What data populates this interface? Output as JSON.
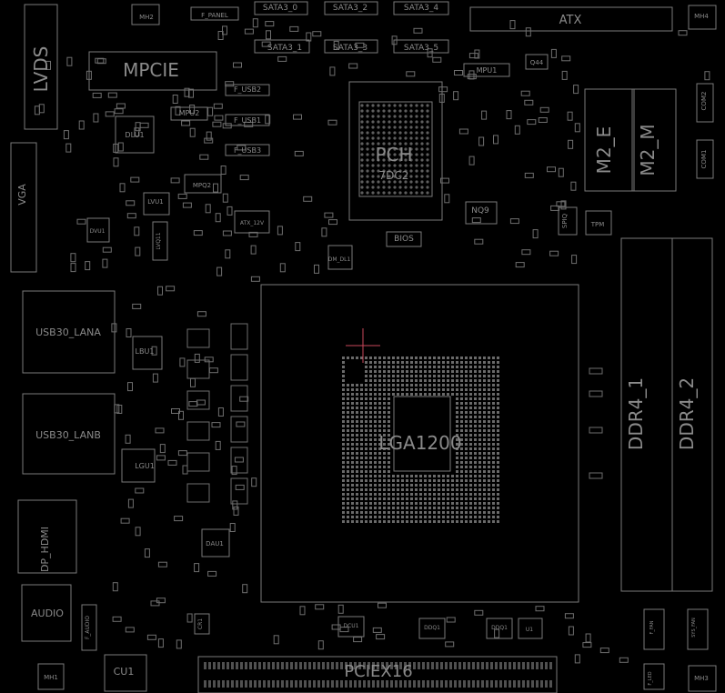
{
  "board": {
    "stroke_color": "#7a7a7a",
    "label_color": "#8a8a8a",
    "cursor_color": "#c8485a",
    "background": "#000000"
  },
  "labels": {
    "mh2": "MH2",
    "f_panel": "F_PANEL",
    "sata3_0": "SATA3_0",
    "sata3_2": "SATA3_2",
    "sata3_4": "SATA3_4",
    "atx": "ATX",
    "mh4": "MH4",
    "lvds": "LVDS",
    "mpcie": "MPCIE",
    "sata3_1": "SATA3_1",
    "sata3_3": "SATA3_3",
    "sata3_5": "SATA3_5",
    "mpu1": "MPU1",
    "q44": "Q44",
    "f_usb2": "F_USB2",
    "mpu2": "MPU2",
    "f_usb1": "F_USB1",
    "dlu1": "DLU1",
    "pch": "PCH",
    "pch_num": "7DC2",
    "f_usb3": "F_USB3",
    "m2_e": "M2_E",
    "m2_m": "M2_M",
    "com2": "COM2",
    "com1": "COM1",
    "vga": "VGA",
    "mpq2": "MPQ2",
    "lvu1": "LVU1",
    "atx_12v": "ATX_12V",
    "nq9": "NQ9",
    "spiq": "SPIQ",
    "tpm": "TPM",
    "dvu1": "DVU1",
    "lvq11": "LVQ11",
    "bios": "BIOS",
    "dm_dl1": "DM_DL1",
    "usb30_lana": "USB30_LANA",
    "lbu1": "LBU1",
    "lga1200": "LGA1200",
    "ddr4_1": "DDR4_1",
    "ddr4_2": "DDR4_2",
    "usb30_lanb": "USB30_LANB",
    "lgu1": "LGU1",
    "dp_hdmi": "DP_HDMI",
    "dau1": "DAU1",
    "audio": "AUDIO",
    "f_audio": "F_AUDIO",
    "cr1": "CR1",
    "dcu1": "DCU1",
    "ddq1": "DDQ1",
    "ddq1b": "DDQ1",
    "u1": "U1",
    "pciex16": "PCIEX16",
    "mh1": "MH1",
    "cu1": "CU1",
    "mh3": "MH3",
    "f_fan": "F_FAN",
    "sys_fan": "SYS_FAN",
    "f_led": "F_LED"
  }
}
